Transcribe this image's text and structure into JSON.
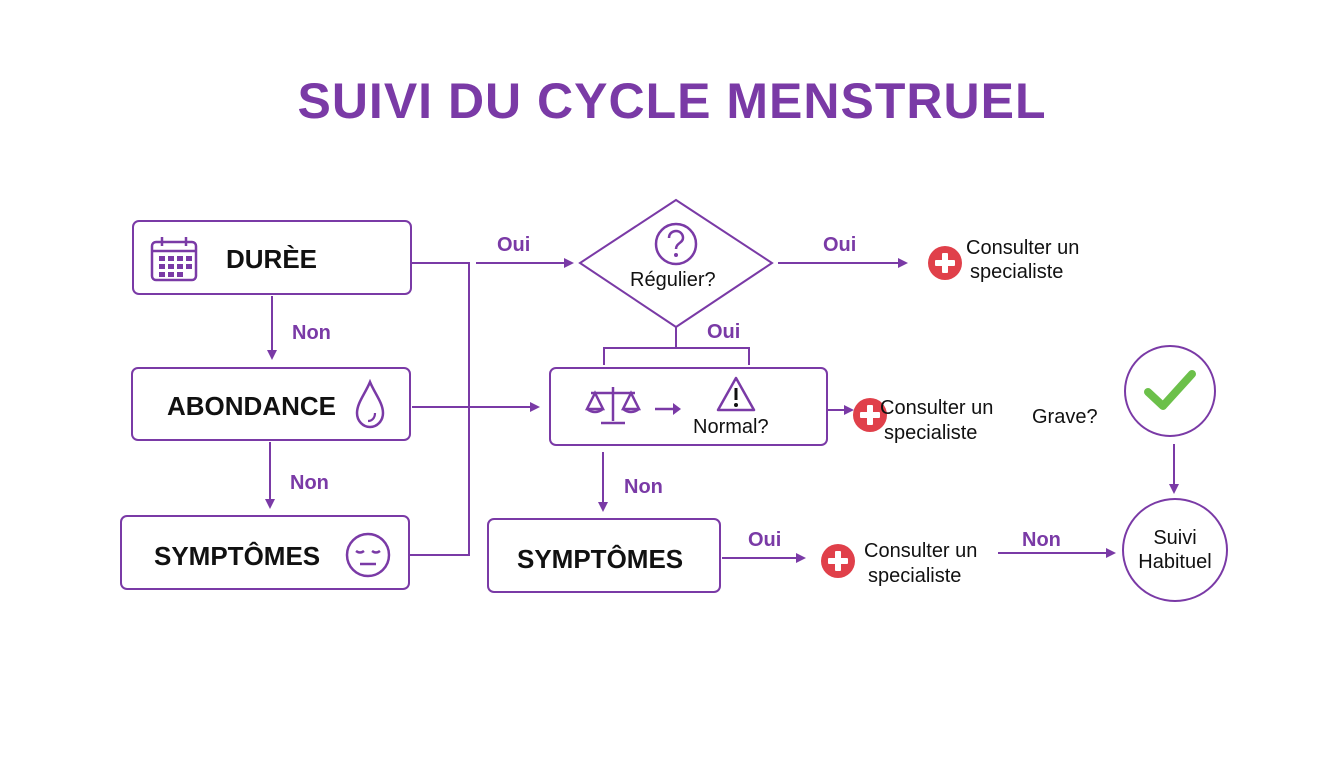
{
  "title": "SUIVI DU CYCLE MENSTRUEL",
  "nodes": {
    "duree": "DURÈE",
    "abondance": "ABONDANCE",
    "symptomes_left": "SYMPTÔMES",
    "symptomes_mid": "SYMPTÔMES",
    "regulier": "Régulier?",
    "normal": "Normal?",
    "grave": "Grave?",
    "suivi_line1": "Suivi",
    "suivi_line2": "Habituel"
  },
  "consult": {
    "line1": "Consulter un",
    "line2": "specialiste"
  },
  "edges": {
    "duree_to_abondance": "Non",
    "abondance_to_symptomes": "Non",
    "to_regulier": "Oui",
    "regulier_to_consult": "Oui",
    "regulier_to_normal": "Oui",
    "normal_to_symptomes": "Non",
    "symptomes_to_consult": "Oui",
    "consult_to_suivi": "Non"
  },
  "colors": {
    "accent": "#7a3aa6",
    "medical": "#e0404a",
    "check": "#6cc04a"
  },
  "icons": [
    "calendar-icon",
    "drop-icon",
    "sad-face-icon",
    "question-icon",
    "scale-icon",
    "warning-icon",
    "medical-cross-icon",
    "checkmark-icon"
  ]
}
